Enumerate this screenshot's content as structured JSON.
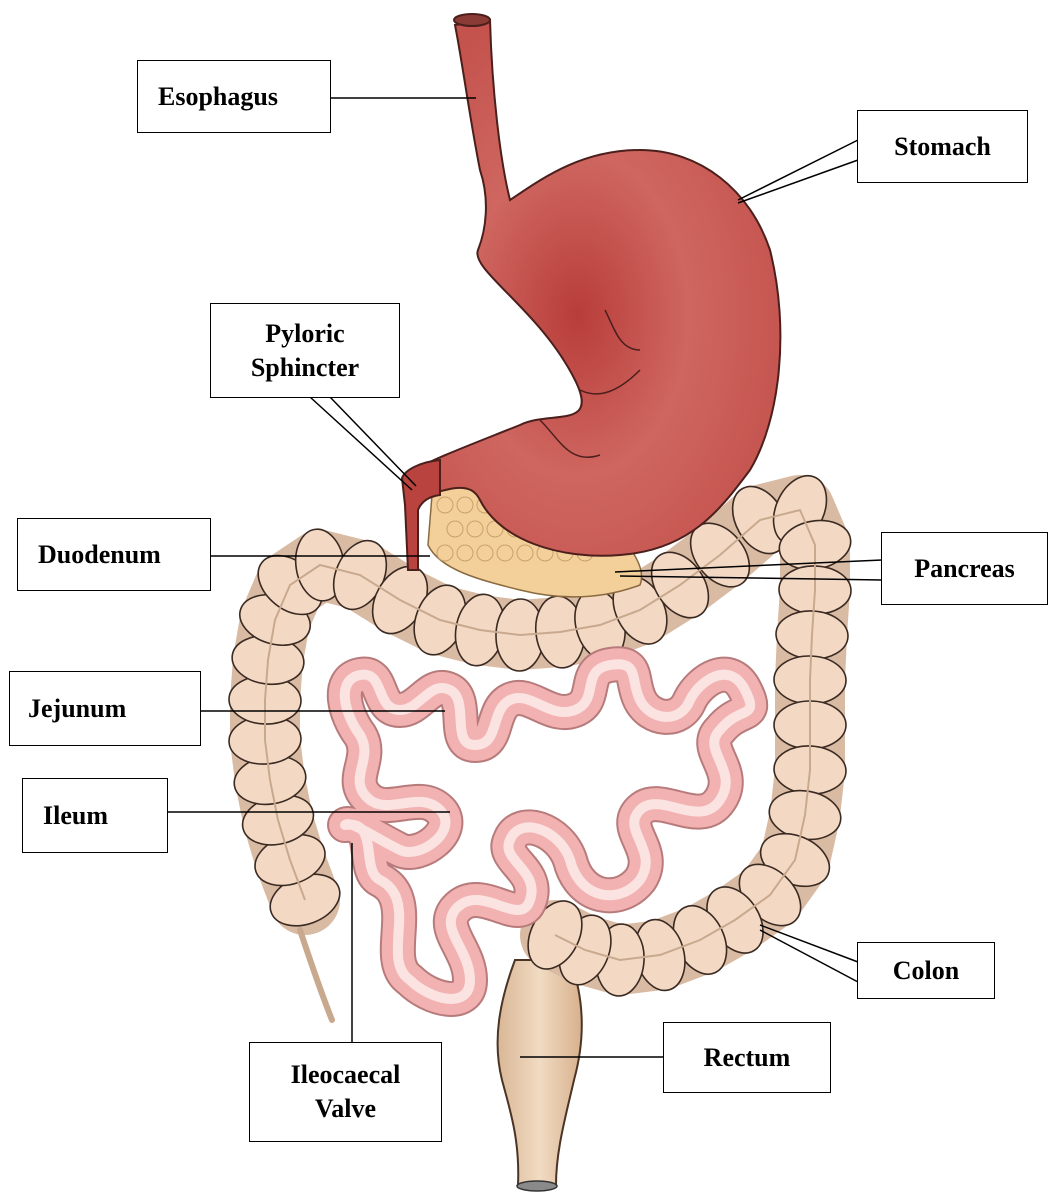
{
  "labels": {
    "esophagus": "Esophagus",
    "stomach": "Stomach",
    "pyloric_line1": "Pyloric",
    "pyloric_line2": "Sphincter",
    "duodenum": "Duodenum",
    "pancreas": "Pancreas",
    "jejunum": "Jejunum",
    "ileum": "Ileum",
    "colon": "Colon",
    "rectum": "Rectum",
    "ileocaecal_line1": "Ileocaecal",
    "ileocaecal_line2": "Valve"
  },
  "colors": {
    "stomach": "#c8554f",
    "stomach_shade": "#a83a36",
    "colon": "#f3d9c4",
    "colon_outline": "#3a2a22",
    "small_intestine": "#f2b2b2",
    "small_intestine_inner": "#fbe3e1",
    "pancreas": "#f3cf9a",
    "rectum": "#e7cba8",
    "line": "#000000"
  }
}
